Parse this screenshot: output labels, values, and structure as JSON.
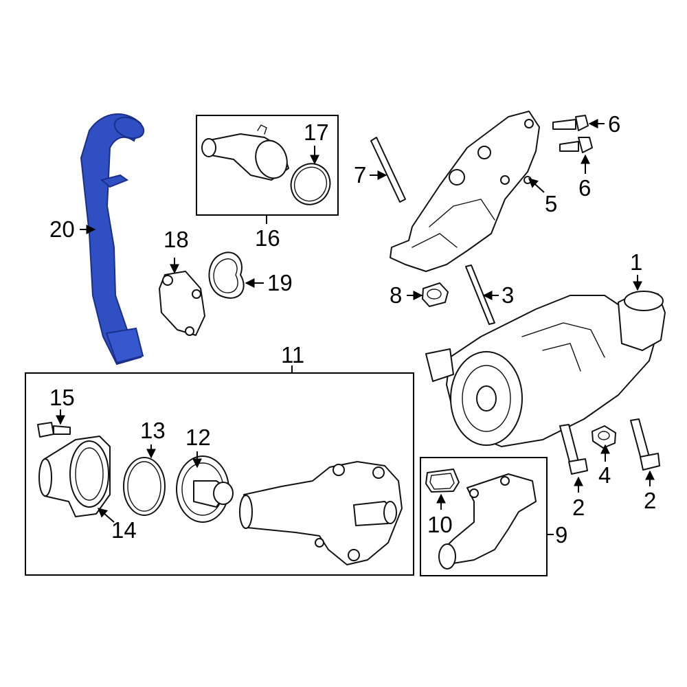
{
  "labels": {
    "l1": "1",
    "l2a": "2",
    "l2b": "2",
    "l3": "3",
    "l4": "4",
    "l5": "5",
    "l6a": "6",
    "l6b": "6",
    "l7": "7",
    "l8": "8",
    "l9": "9",
    "l10": "10",
    "l11": "11",
    "l12": "12",
    "l13": "13",
    "l14": "14",
    "l15": "15",
    "l16": "16",
    "l17": "17",
    "l18": "18",
    "l19": "19",
    "l20": "20"
  },
  "colors": {
    "highlight": "#2f4fc2",
    "highlight_stroke": "#1a2f8a",
    "line": "#000000"
  }
}
